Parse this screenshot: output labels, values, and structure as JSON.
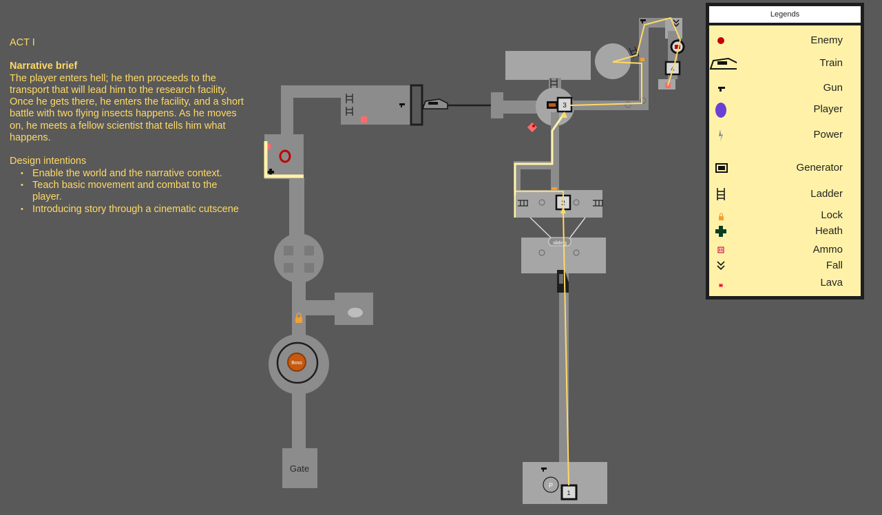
{
  "brief": {
    "act": "ACT I",
    "narrative_title": "Narrative brief",
    "narrative_text": "The player enters hell; he then proceeds to the transport that will lead him to the research facility. Once he gets there, he enters the facility, and a short battle with two flying insects happens. As he moves on, he meets a fellow scientist that tells him what happens.",
    "intentions_title": "Design intentions",
    "intentions": [
      "Enable the world and the narrative context.",
      "Teach basic movement and combat to the player.",
      "Introducing story through a cinematic cutscene"
    ]
  },
  "map": {
    "boss_label": "Boss",
    "gate_label": "Gate",
    "sliding_label": "sliding",
    "player_label": "P",
    "checkpoints": [
      "1",
      "2",
      "3",
      "4"
    ]
  },
  "legend": {
    "title": "Legends",
    "items": [
      {
        "label": "Enemy",
        "icon": "enemy-icon"
      },
      {
        "label": "Train",
        "icon": "train-icon"
      },
      {
        "label": "Gun",
        "icon": "gun-icon"
      },
      {
        "label": "Player",
        "icon": "player-icon"
      },
      {
        "label": "Power",
        "icon": "power-icon"
      },
      {
        "label": "Generator",
        "icon": "generator-icon"
      },
      {
        "label": "Ladder",
        "icon": "ladder-icon"
      },
      {
        "label": "Lock",
        "icon": "lock-icon"
      },
      {
        "label": "Heath",
        "icon": "health-icon"
      },
      {
        "label": "Ammo",
        "icon": "ammo-icon"
      },
      {
        "label": "Fall",
        "icon": "fall-icon"
      },
      {
        "label": "Lava",
        "icon": "lava-icon"
      }
    ]
  },
  "colors": {
    "background": "#595959",
    "room": "#a6a6a6",
    "corridor": "#8c8c8c",
    "path": "#ffd966",
    "enemy": "#c00000",
    "player": "#6a3fd6",
    "legend_bg": "#fff2a8",
    "text": "#ffd966"
  }
}
